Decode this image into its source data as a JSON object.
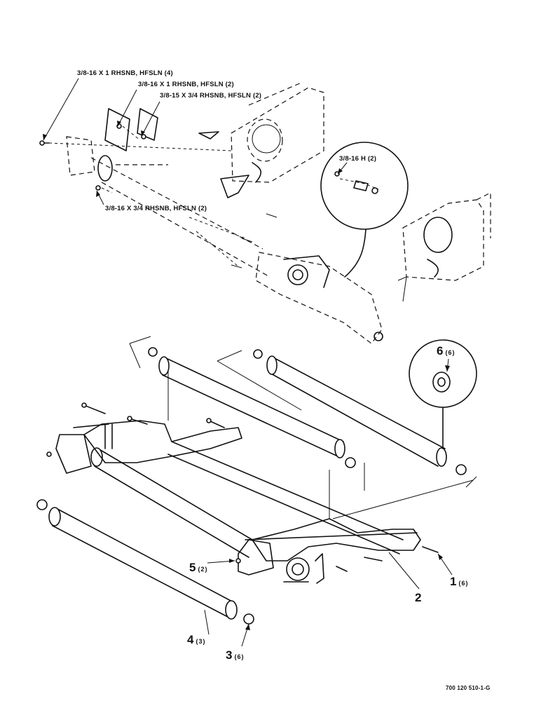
{
  "callouts": {
    "bolt_1": "3/8-16 X 1 RHSNB, HFSLN (4)",
    "bolt_2": "3/8-16 X 1 RHSNB, HFSLN (2)",
    "bolt_3": "3/8-15 X 3/4 RHSNB, HFSLN (2)",
    "bolt_4": "3/8-16 X 3/4 RHSNB, HFSLN (2)",
    "nut": "3/8-16 H (2)"
  },
  "parts": [
    {
      "number": "1",
      "qty": "(6)"
    },
    {
      "number": "2",
      "qty": ""
    },
    {
      "number": "3",
      "qty": "(6)"
    },
    {
      "number": "4",
      "qty": "(3)"
    },
    {
      "number": "5",
      "qty": "(2)"
    },
    {
      "number": "6",
      "qty": "(6)"
    }
  ],
  "drawing_number": "700 120 510-1-G"
}
